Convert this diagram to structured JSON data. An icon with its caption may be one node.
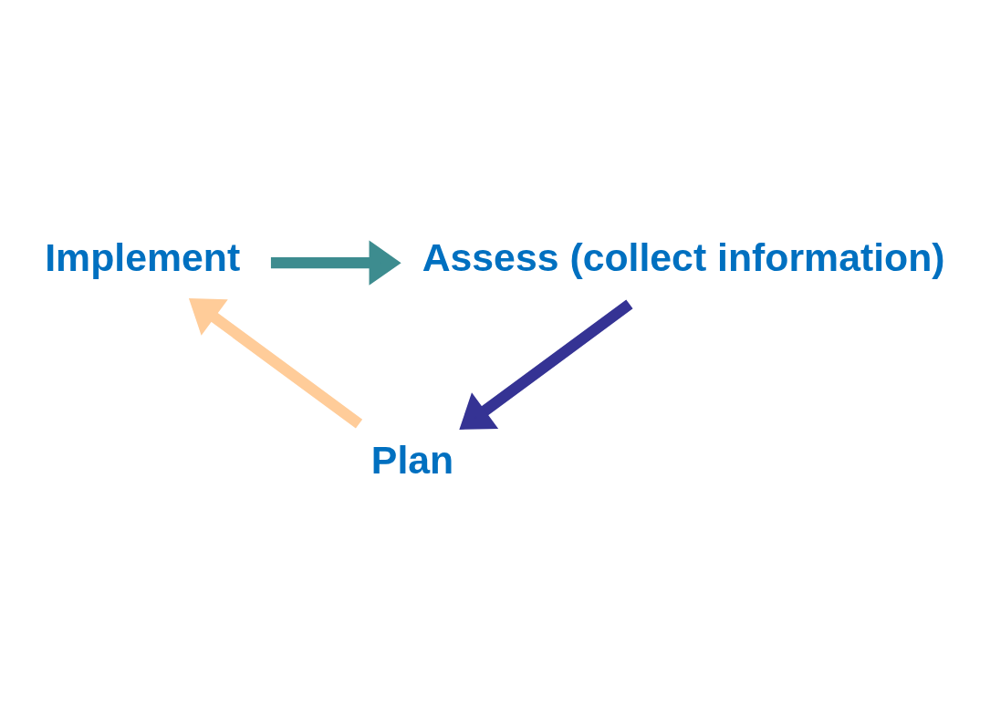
{
  "diagram": {
    "nodes": [
      {
        "text": [
          "Implement"
        ]
      },
      {
        "text": [
          "Assess (collect information)"
        ]
      },
      {
        "text": [
          "Plan"
        ]
      }
    ],
    "edges": [
      {
        "from": 0,
        "to": 1,
        "arrow": "to",
        "color": "#3d8c8f"
      },
      {
        "from": 1,
        "to": 2,
        "arrow": "to",
        "color": "#353394"
      },
      {
        "from": 2,
        "to": 0,
        "arrow": "to",
        "color": "#ffcc99"
      }
    ]
  }
}
